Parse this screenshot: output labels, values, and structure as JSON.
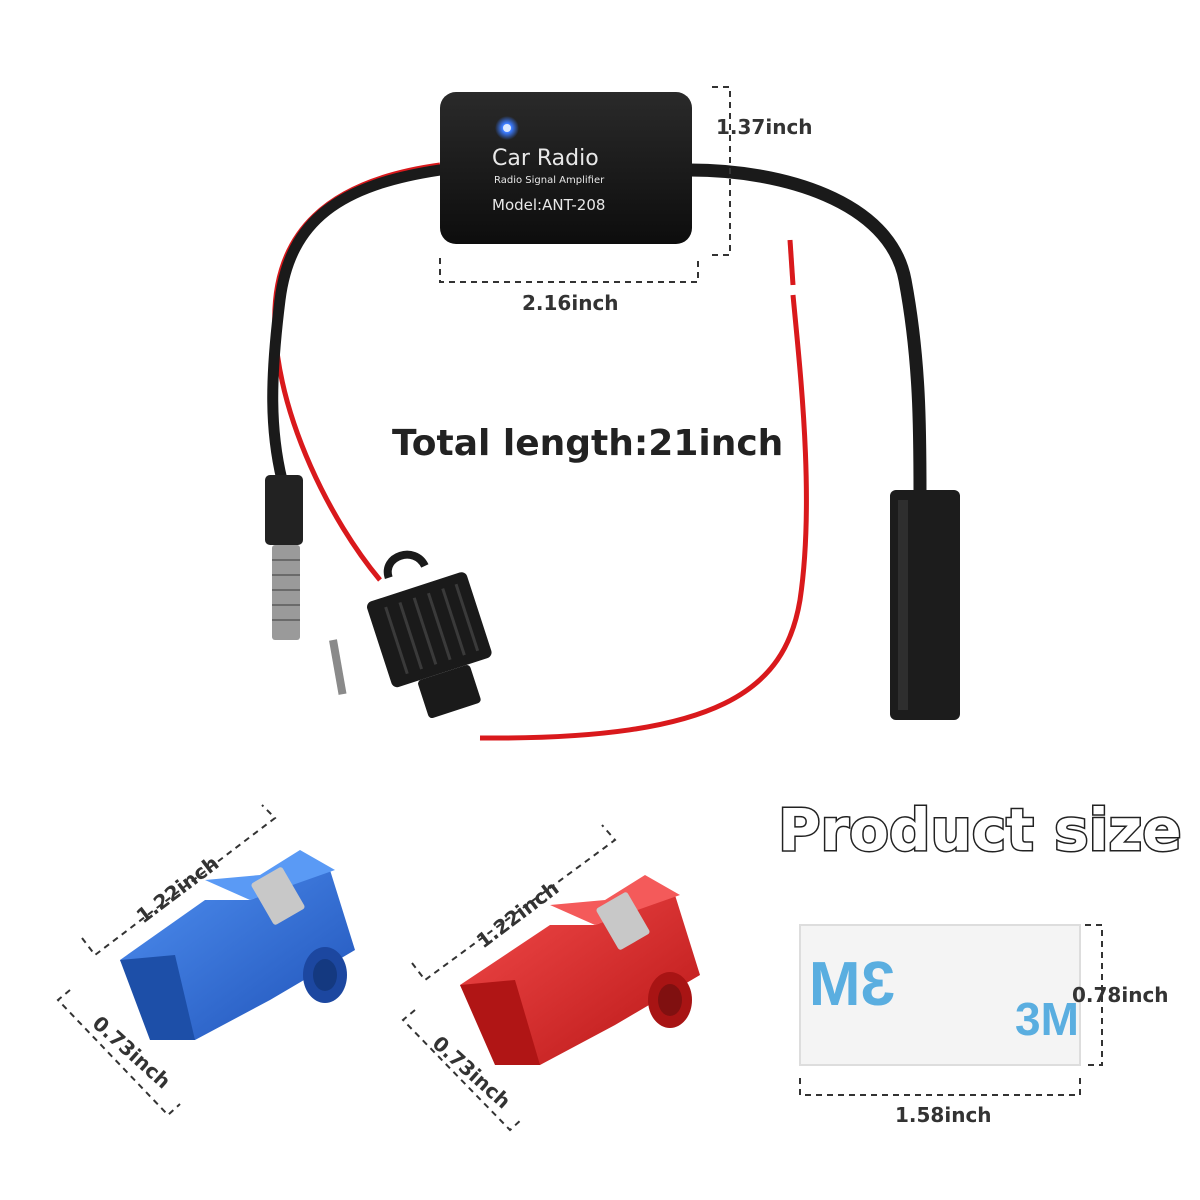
{
  "product": {
    "brand": "Car Radio",
    "subtitle": "Radio Signal Amplifier",
    "model": "Model:ANT-208"
  },
  "labels": {
    "amp_height": "1.37inch",
    "amp_width": "2.16inch",
    "total_length": "Total length:21inch",
    "product_size": "Product size",
    "blue_length": "1.22inch",
    "blue_width": "0.73inch",
    "red_length": "1.22inch",
    "red_width": "0.73inch",
    "tape_height": "0.78inch",
    "tape_width": "1.58inch",
    "tape_brand": "3M"
  },
  "colors": {
    "cable": "#1a1a1a",
    "red_wire": "#d9191c",
    "blue_connector": "#2f6fd6",
    "red_connector": "#e02a2a",
    "tape_print": "#5aaee0",
    "led": "#3b7bff"
  }
}
